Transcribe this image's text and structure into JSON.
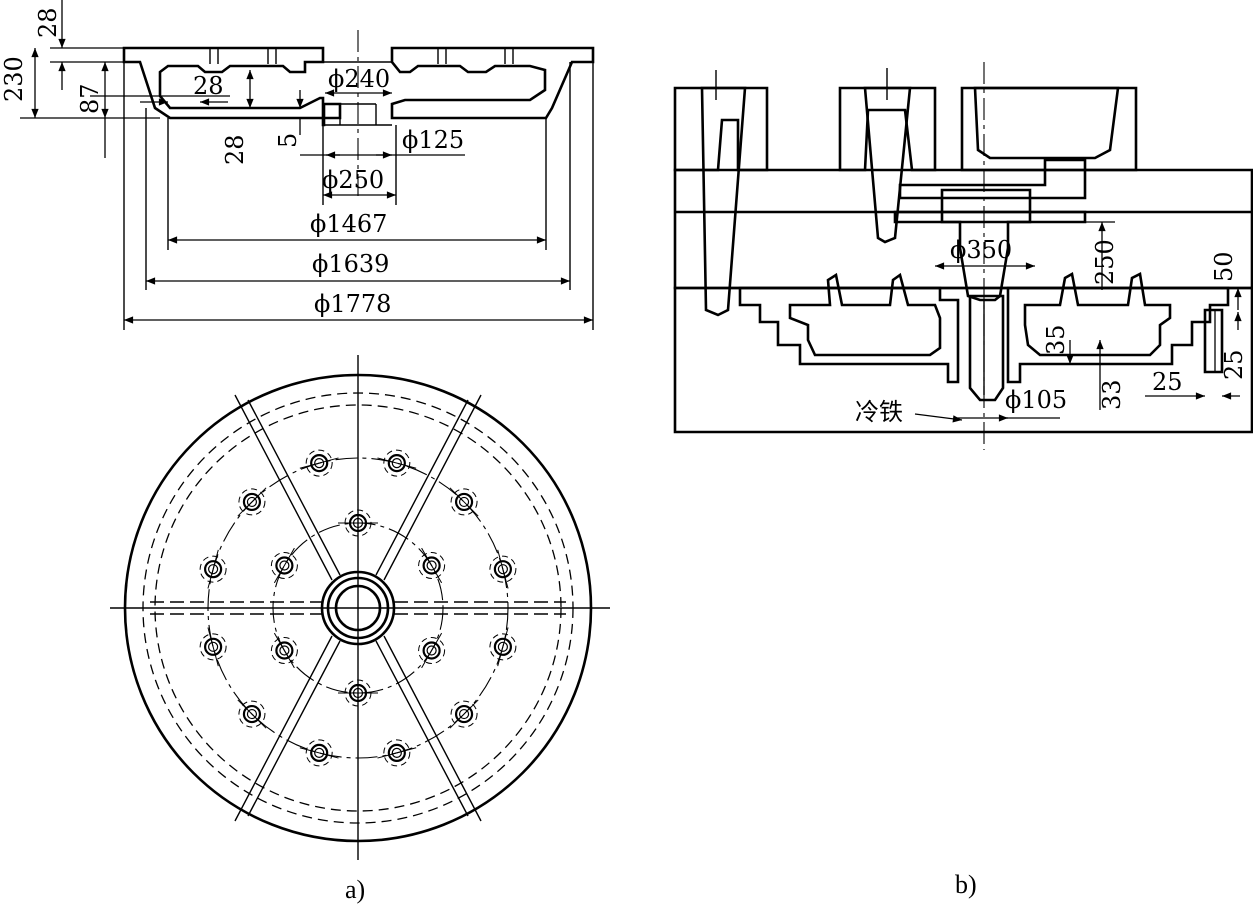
{
  "figure_a": {
    "caption": "a)",
    "dims": {
      "d28_top": "28",
      "d230": "230",
      "d87": "87",
      "d28_inner": "28",
      "d28_bottom": "28",
      "d5": "5",
      "phi240": "ϕ240",
      "phi125": "ϕ125",
      "phi250": "ϕ250",
      "phi1467": "ϕ1467",
      "phi1639": "ϕ1639",
      "phi1778": "ϕ1778"
    }
  },
  "figure_b": {
    "caption": "b)",
    "dims": {
      "phi350": "ϕ350",
      "d250": "250",
      "d50": "50",
      "d35": "35",
      "d33": "33",
      "d25a": "25",
      "d25b": "25",
      "phi105": "ϕ105"
    },
    "chill_label": "冷铁"
  },
  "colors": {
    "ink": "#000000",
    "paper": "#ffffff"
  }
}
